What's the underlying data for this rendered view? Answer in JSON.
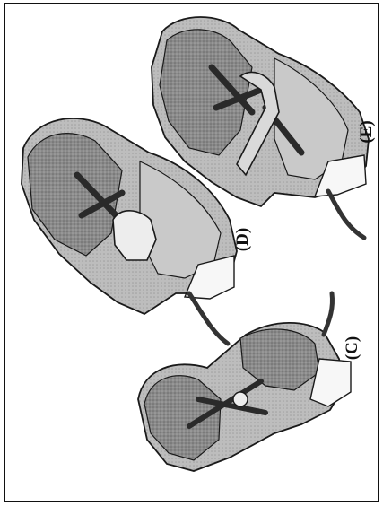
{
  "figure": {
    "labels": {
      "c": "(C)",
      "d": "(D)",
      "e": "(E)"
    },
    "colors": {
      "outline": "#1a1a1a",
      "shell_dark": "#6f6f6f",
      "shell_mid": "#9a9a9a",
      "shell_light": "#c9c9c9",
      "pad": "#e6e6e6",
      "strap": "#3a3a3a",
      "white": "#f7f7f7"
    }
  }
}
